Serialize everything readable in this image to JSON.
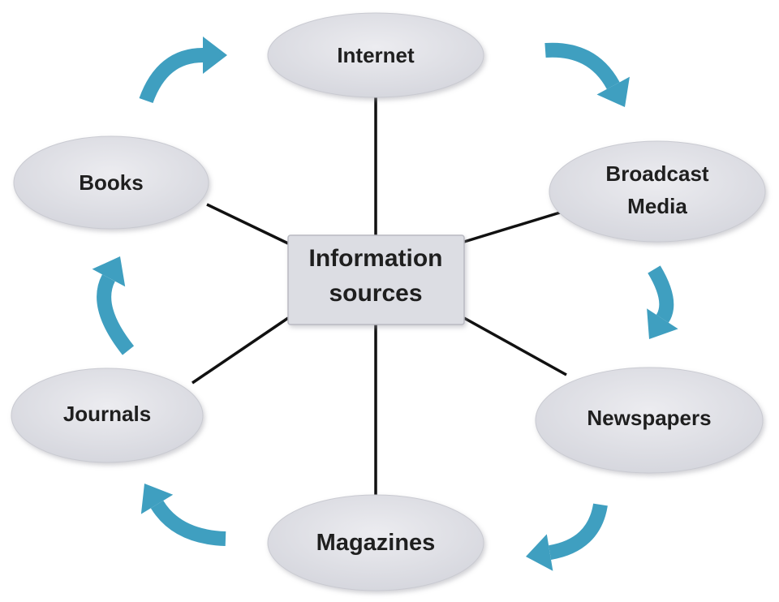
{
  "center": {
    "lines": [
      "Information",
      "sources"
    ]
  },
  "nodes": [
    {
      "id": "internet",
      "lines": [
        "Internet"
      ]
    },
    {
      "id": "broadcast-media",
      "lines": [
        "Broadcast",
        "Media"
      ]
    },
    {
      "id": "newspapers",
      "lines": [
        "Newspapers"
      ]
    },
    {
      "id": "magazines",
      "lines": [
        "Magazines"
      ]
    },
    {
      "id": "journals",
      "lines": [
        "Journals"
      ]
    },
    {
      "id": "books",
      "lines": [
        "Books"
      ]
    }
  ],
  "cycle_direction": "clockwise",
  "colors": {
    "node_fill": "#dcdde3",
    "node_edge": "#c9cad1",
    "center_fill": "#dcdde3",
    "center_border": "#b9bac2",
    "arrow": "#3f9fc0",
    "connector": "#111111"
  }
}
